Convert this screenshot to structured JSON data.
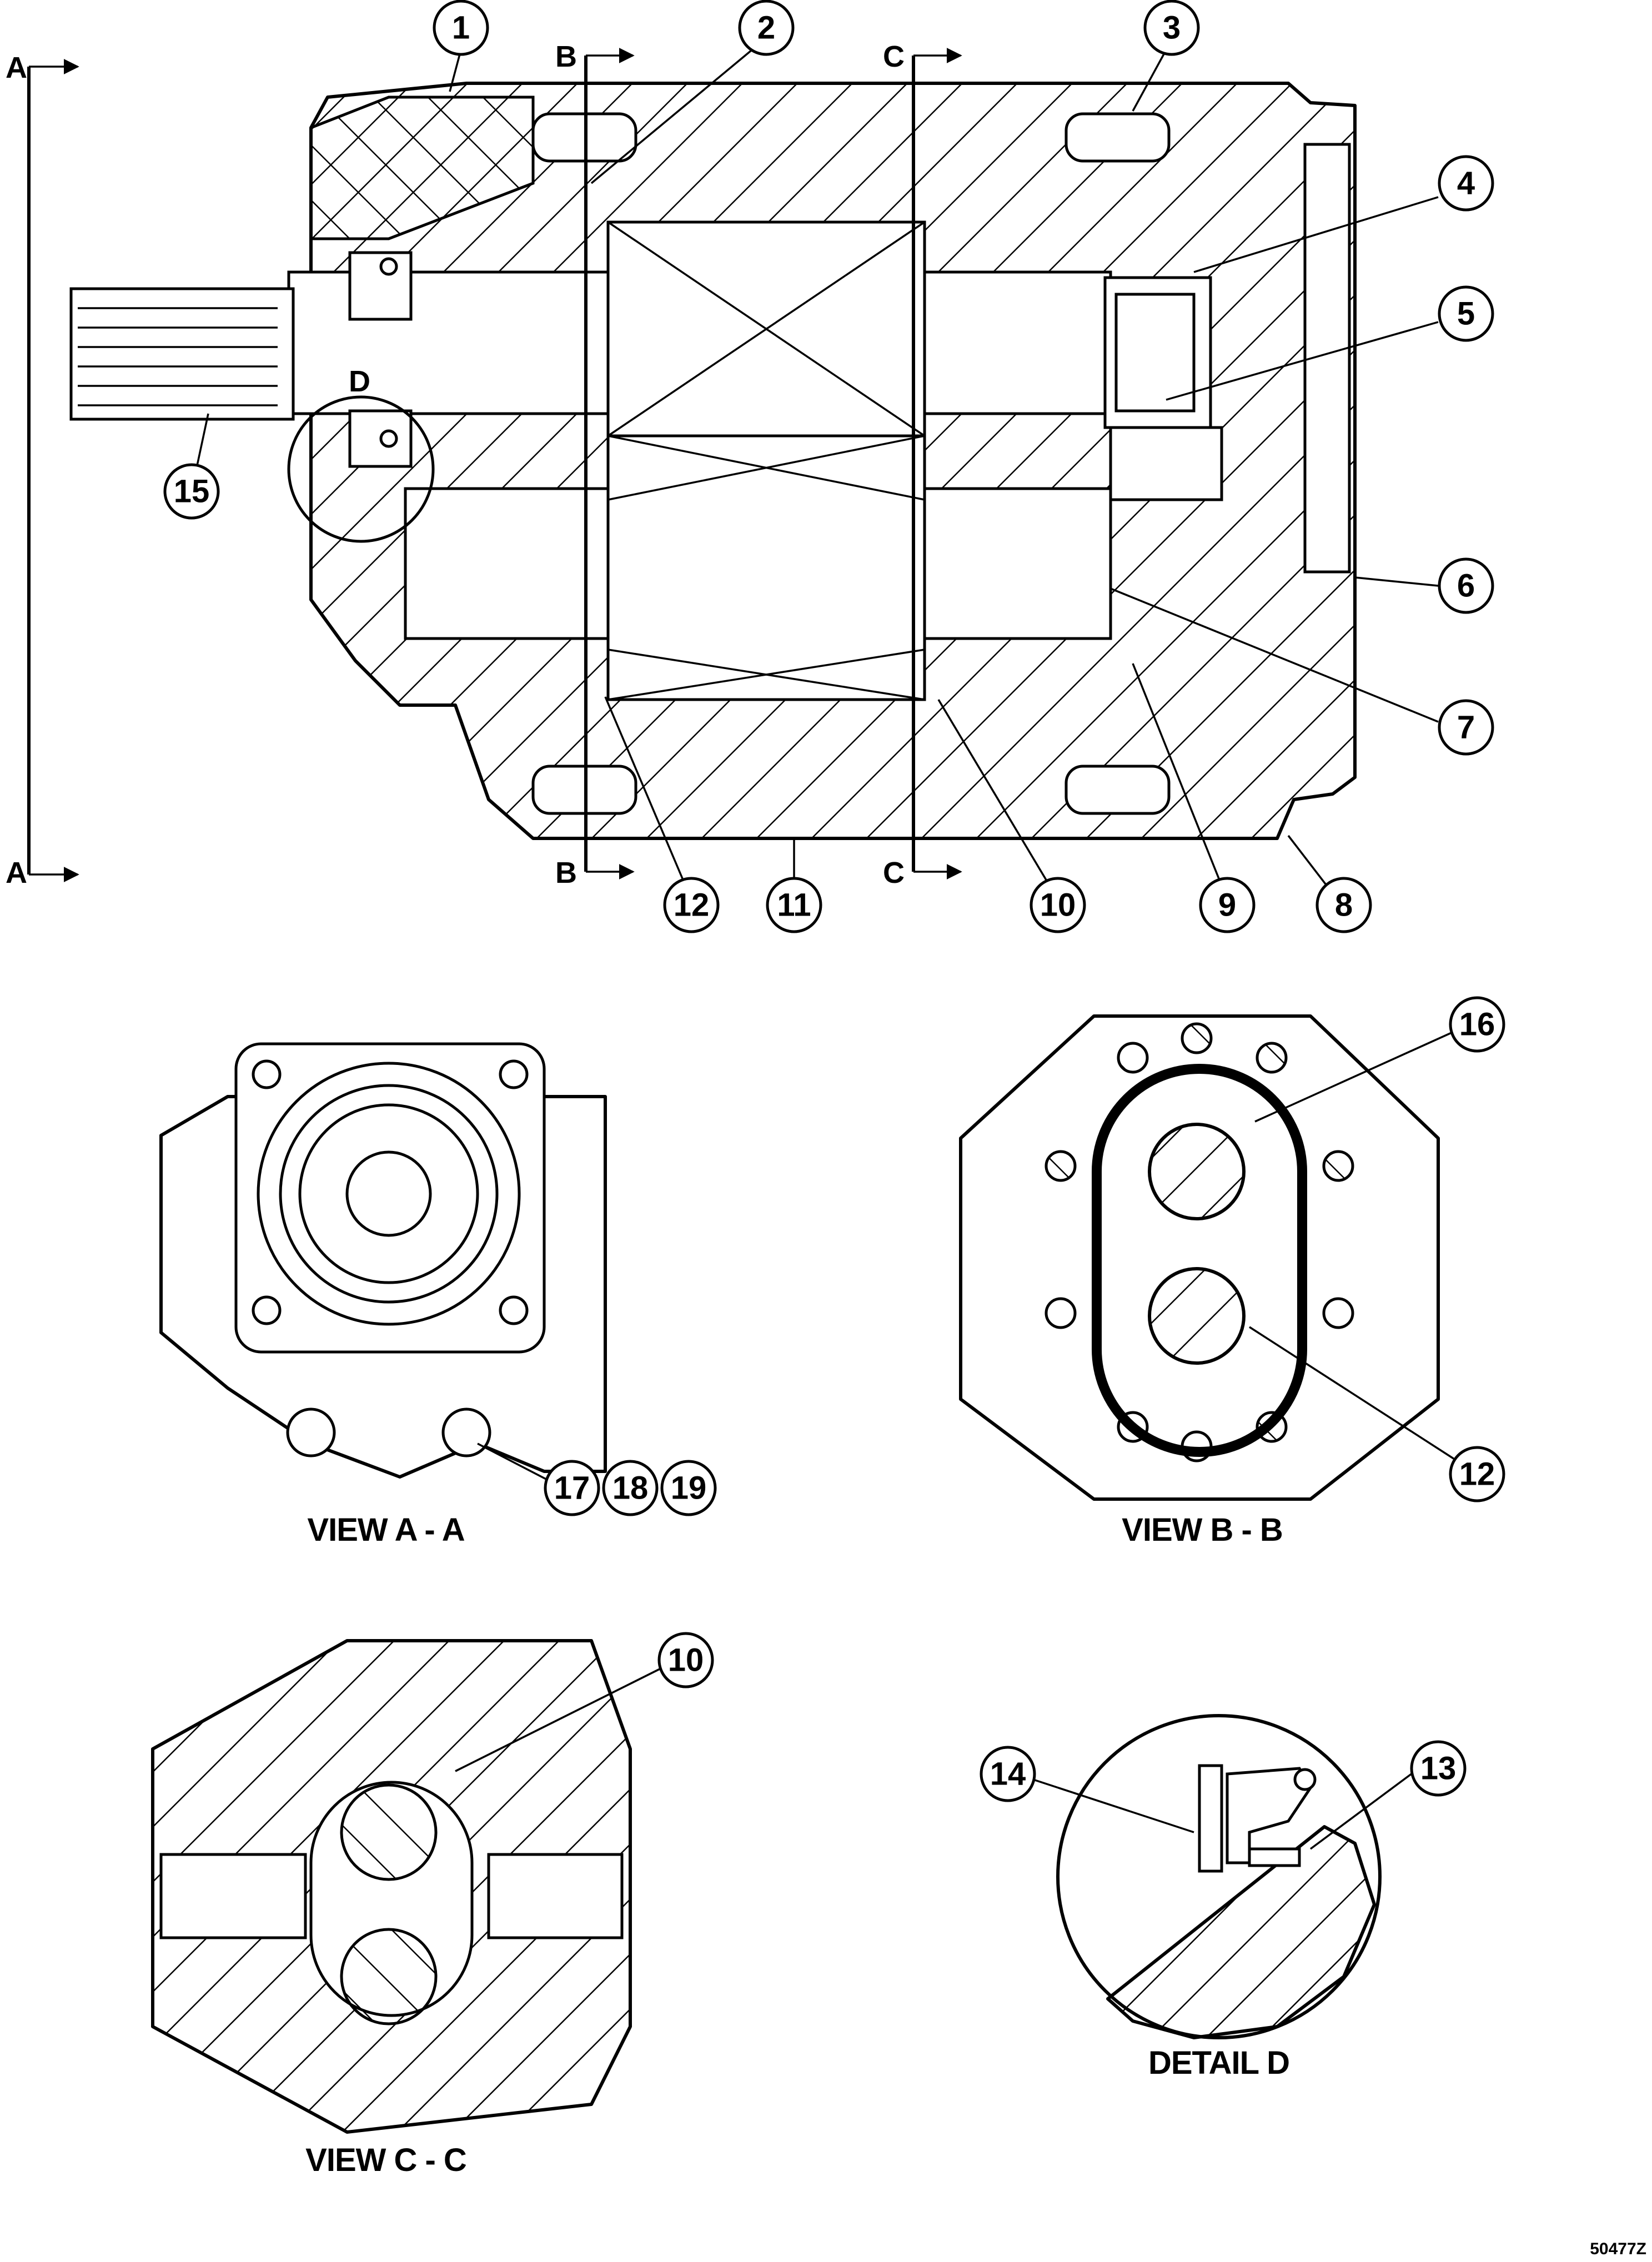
{
  "callouts": {
    "c1": "1",
    "c2": "2",
    "c3": "3",
    "c4": "4",
    "c5": "5",
    "c6": "6",
    "c7": "7",
    "c8": "8",
    "c9": "9",
    "c10": "10",
    "c11": "11",
    "c12": "12",
    "c15": "15",
    "c16": "16",
    "c12b": "12",
    "c17": "17",
    "c18": "18",
    "c19": "19",
    "c10b": "10",
    "c14": "14",
    "c13": "13"
  },
  "section_marks": {
    "a_top": "A",
    "a_bottom": "A",
    "b_top": "B",
    "b_bottom": "B",
    "c_top": "C",
    "c_bottom": "C",
    "d": "D"
  },
  "captions": {
    "view_a": "VIEW A - A",
    "view_b": "VIEW B - B",
    "view_c": "VIEW C - C",
    "detail_d": "DETAIL D"
  },
  "reference_code": "50477Z"
}
